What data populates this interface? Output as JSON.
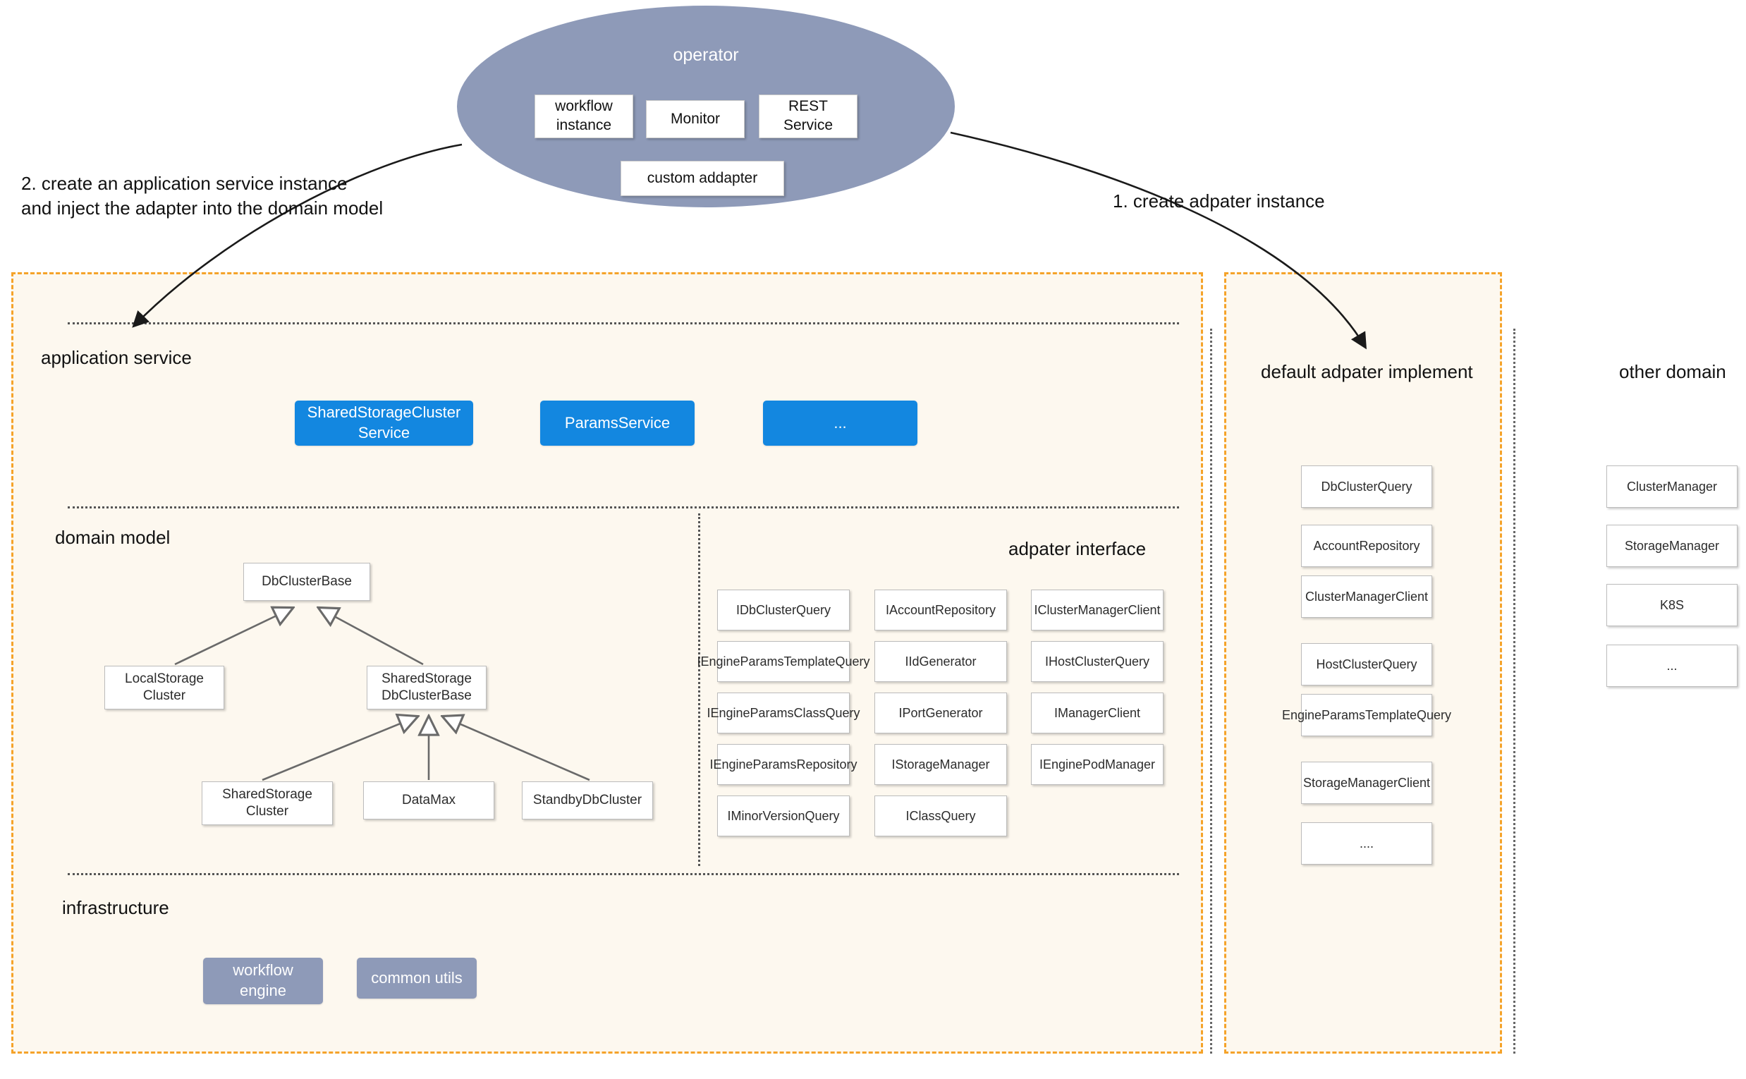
{
  "operator": {
    "title": "operator",
    "boxes": [
      {
        "label": "workflow\ninstance"
      },
      {
        "label": "Monitor"
      },
      {
        "label": "REST\nService"
      },
      {
        "label": "custom addapter"
      }
    ]
  },
  "annotations": {
    "left": "2. create an application service instance\nand inject the adapter into the domain model",
    "right": "1. create adpater instance"
  },
  "sections": {
    "application_service": "application service",
    "domain_model": "domain model",
    "adapter_interface": "adpater interface",
    "infrastructure": "infrastructure",
    "default_adapter_implement": "default adpater implement",
    "other_domain": "other domain"
  },
  "application_services": [
    {
      "label": "SharedStorageCluster\nService"
    },
    {
      "label": "ParamsService"
    },
    {
      "label": "..."
    }
  ],
  "domain_model": {
    "nodes": [
      {
        "id": "DbClusterBase",
        "label": "DbClusterBase"
      },
      {
        "id": "LocalStorageCluster",
        "label": "LocalStorage\nCluster"
      },
      {
        "id": "SharedStorageDbClusterBase",
        "label": "SharedStorage\nDbClusterBase"
      },
      {
        "id": "SharedStorageCluster",
        "label": "SharedStorage\nCluster"
      },
      {
        "id": "DataMax",
        "label": "DataMax"
      },
      {
        "id": "StandbyDbCluster",
        "label": "StandbyDbCluster"
      }
    ],
    "inheritance": [
      {
        "child": "LocalStorageCluster",
        "parent": "DbClusterBase"
      },
      {
        "child": "SharedStorageDbClusterBase",
        "parent": "DbClusterBase"
      },
      {
        "child": "SharedStorageCluster",
        "parent": "SharedStorageDbClusterBase"
      },
      {
        "child": "DataMax",
        "parent": "SharedStorageDbClusterBase"
      },
      {
        "child": "StandbyDbCluster",
        "parent": "SharedStorageDbClusterBase"
      }
    ]
  },
  "adapter_interfaces": {
    "column_0": [
      {
        "label": "IDbClusterQuery"
      },
      {
        "label": "IEngineParamsTemplateQuery"
      },
      {
        "label": "IEngineParamsClassQuery"
      },
      {
        "label": "IEngineParamsRepository"
      },
      {
        "label": "IMinorVersionQuery"
      }
    ],
    "column_1": [
      {
        "label": "IAccountRepository"
      },
      {
        "label": "IIdGenerator"
      },
      {
        "label": "IPortGenerator"
      },
      {
        "label": "IStorageManager"
      },
      {
        "label": "IClassQuery"
      }
    ],
    "column_2": [
      {
        "label": "IClusterManagerClient"
      },
      {
        "label": "IHostClusterQuery"
      },
      {
        "label": "IManagerClient"
      },
      {
        "label": "IEnginePodManager"
      }
    ]
  },
  "default_adapter_implements": [
    {
      "label": "DbClusterQuery"
    },
    {
      "label": "AccountRepository"
    },
    {
      "label": "ClusterManagerClient"
    },
    {
      "label": "HostClusterQuery"
    },
    {
      "label": "EngineParamsTemplateQuery"
    },
    {
      "label": "StorageManagerClient"
    },
    {
      "label": "...."
    }
  ],
  "other_domain_items": [
    {
      "label": "ClusterManager"
    },
    {
      "label": "StorageManager"
    },
    {
      "label": "K8S"
    },
    {
      "label": "..."
    }
  ],
  "infrastructure": [
    {
      "label": "workflow\nengine"
    },
    {
      "label": "common utils"
    }
  ],
  "colors": {
    "operator_fill": "#8e9ab8",
    "panel_border": "#f5a32a",
    "panel_fill": "#fdf8ef",
    "service_blue": "#1387e0",
    "infra_slate": "#8e9ab8",
    "box_border": "#bcbcbc",
    "arrow_stroke": "#1a1a1a"
  }
}
